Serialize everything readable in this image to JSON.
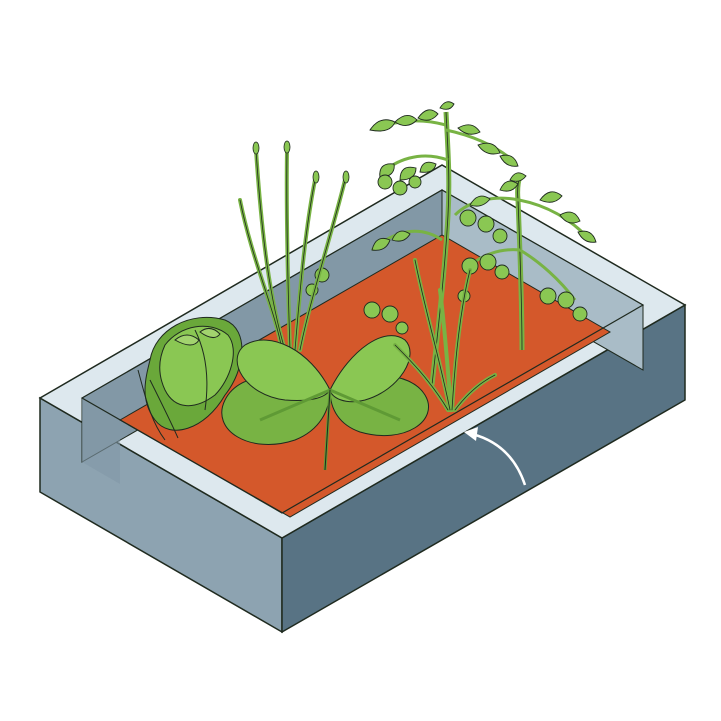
{
  "colors": {
    "background": "#ffffff",
    "rim_top": "#dde8ee",
    "wall_left": "#8da3b1",
    "wall_right": "#587384",
    "inner_wall_back": "#8298a6",
    "inner_wall_side": "#a9bcc7",
    "soil": "#d4582b",
    "leaf_light": "#8ac753",
    "leaf_mid": "#78b344",
    "leaf_dark": "#5f9a35",
    "outline": "#1f2a1f",
    "arrow": "#ffffff"
  },
  "plants": {
    "lettuce": "lettuce",
    "spinach": "spinach",
    "chives": "chives",
    "onion": "onion",
    "tomato": "tomato"
  },
  "annotation": {
    "arrow": "curved-arrow"
  }
}
